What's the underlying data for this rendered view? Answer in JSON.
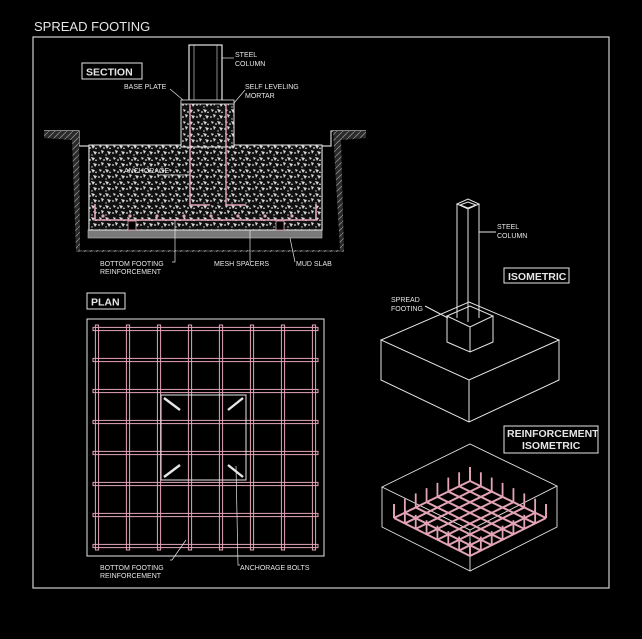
{
  "drawing": {
    "title": "SPREAD FOOTING",
    "section": {
      "heading": "SECTION",
      "labels": {
        "steel_column": [
          "STEEL",
          "COLUMN"
        ],
        "base_plate": "BASE PLATE",
        "self_leveling_mortar": [
          "SELF LEVELING",
          "MORTAR"
        ],
        "anchorage": "ANCHORAGE",
        "bottom_footing_reinforcement": [
          "BOTTOM FOOTING",
          "REINFORCEMENT"
        ],
        "mesh_spacers": "MESH SPACERS",
        "mud_slab": "MUD SLAB"
      }
    },
    "plan": {
      "heading": "PLAN",
      "labels": {
        "bottom_footing_reinforcement": [
          "BOTTOM FOOTING",
          "REINFORCEMENT"
        ],
        "anchorage_bolts": "ANCHORAGE BOLTS"
      }
    },
    "isometric": {
      "heading": "ISOMETRIC",
      "labels": {
        "steel_column": [
          "STEEL",
          "COLUMN"
        ],
        "spread_footing": [
          "SPREAD",
          "FOOTING"
        ]
      }
    },
    "reinforcement_isometric": {
      "heading": [
        "REINFORCEMENT",
        "ISOMETRIC"
      ]
    }
  },
  "colors": {
    "background": "#000000",
    "linework": "#e6e6e6",
    "rebar": "#e3a4b6",
    "concrete_fill": "#c8c8c8",
    "soil": "#9a9a9a"
  }
}
